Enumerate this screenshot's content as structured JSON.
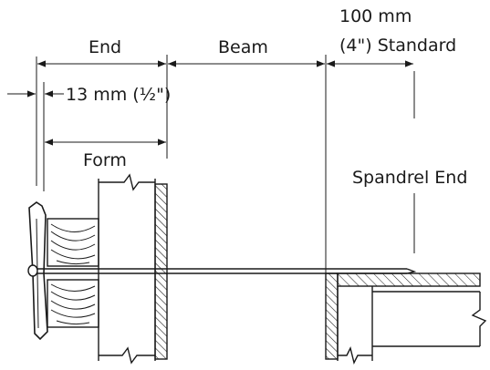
{
  "diagram": {
    "labels": {
      "end": "End",
      "beam": "Beam",
      "dim_100_line1": "100 mm",
      "dim_100_line2": "(4\") Standard",
      "dim_13": "13 mm (½\")",
      "form": "Form",
      "spandrel_end": "Spandrel End"
    }
  }
}
